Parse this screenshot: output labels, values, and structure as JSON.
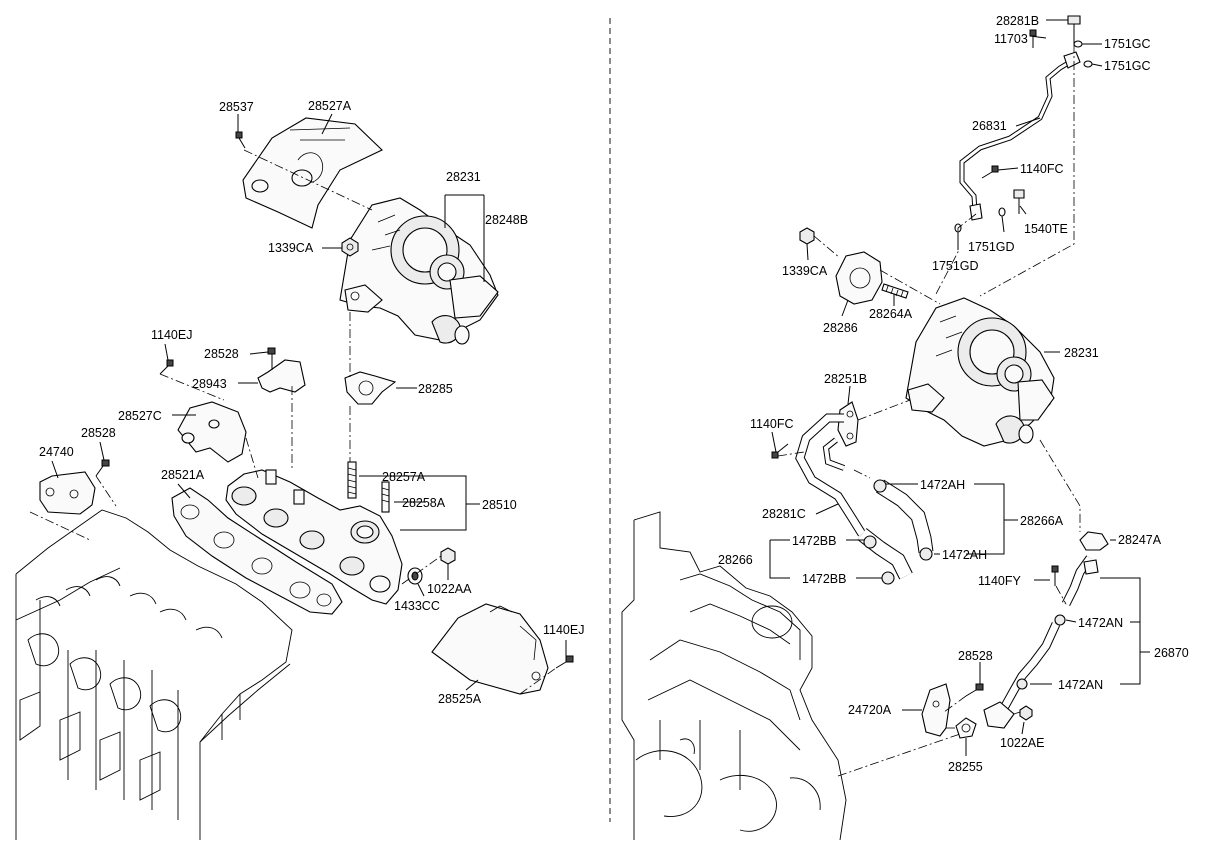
{
  "labels": {
    "l_28537": "28537",
    "l_28527A": "28527A",
    "l_28231_a": "28231",
    "l_28248B": "28248B",
    "l_1339CA_a": "1339CA",
    "l_1140EJ_a": "1140EJ",
    "l_28528_a": "28528",
    "l_28943": "28943",
    "l_28285": "28285",
    "l_28527C": "28527C",
    "l_28528_b": "28528",
    "l_24740": "24740",
    "l_28521A": "28521A",
    "l_28257A": "28257A",
    "l_28258A": "28258A",
    "l_28510": "28510",
    "l_1022AA": "1022AA",
    "l_1433CC": "1433CC",
    "l_1140EJ_b": "1140EJ",
    "l_28525A": "28525A",
    "l_28281B": "28281B",
    "l_11703": "11703",
    "l_1751GC_a": "1751GC",
    "l_1751GC_b": "1751GC",
    "l_26831": "26831",
    "l_1140FC_a": "1140FC",
    "l_1540TE": "1540TE",
    "l_1751GD_a": "1751GD",
    "l_1751GD_b": "1751GD",
    "l_1339CA_b": "1339CA",
    "l_28286": "28286",
    "l_28264A": "28264A",
    "l_28231_b": "28231",
    "l_28251B": "28251B",
    "l_1140FC_b": "1140FC",
    "l_1472AH_a": "1472AH",
    "l_28281C": "28281C",
    "l_28266A": "28266A",
    "l_1472BB_a": "1472BB",
    "l_28266": "28266",
    "l_1472AH_b": "1472AH",
    "l_1472BB_b": "1472BB",
    "l_28247A": "28247A",
    "l_1140FY": "1140FY",
    "l_1472AN_a": "1472AN",
    "l_26870": "26870",
    "l_28528_c": "28528",
    "l_1472AN_b": "1472AN",
    "l_24720A": "24720A",
    "l_1022AE": "1022AE",
    "l_28255": "28255"
  },
  "colors": {
    "line": "#000000",
    "background": "#ffffff"
  }
}
